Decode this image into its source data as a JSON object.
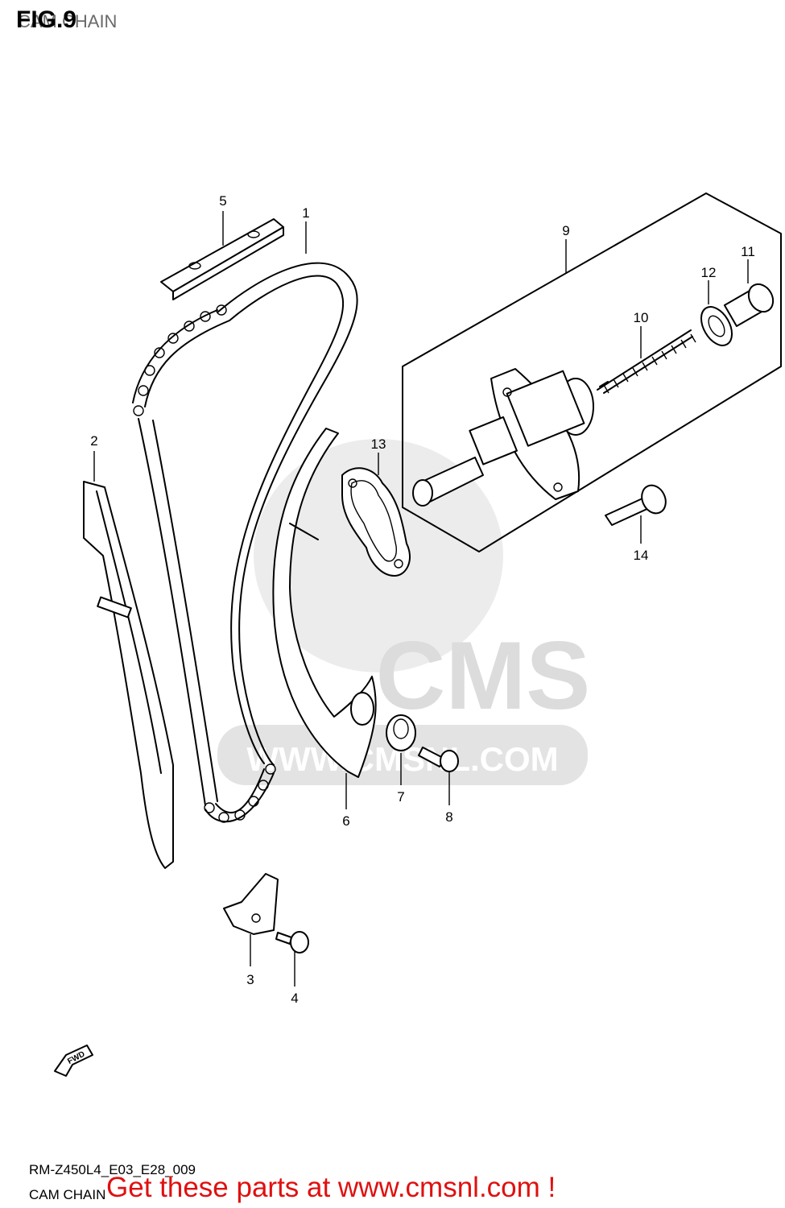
{
  "header": {
    "figure_label": "FIG.9",
    "subtitle": "CAM CHAIN"
  },
  "parts": [
    {
      "number": "1"
    },
    {
      "number": "2"
    },
    {
      "number": "3"
    },
    {
      "number": "4"
    },
    {
      "number": "5"
    },
    {
      "number": "6"
    },
    {
      "number": "7"
    },
    {
      "number": "8"
    },
    {
      "number": "9"
    },
    {
      "number": "10"
    },
    {
      "number": "11"
    },
    {
      "number": "12"
    },
    {
      "number": "13"
    },
    {
      "number": "14"
    }
  ],
  "direction_badge": "FWD",
  "watermark": {
    "logo_text": "CMS",
    "url_text": "WWW.CMSNL.COM"
  },
  "footer": {
    "diagram_code": "RM-Z450L4_E03_E28_009",
    "section_name": "CAM CHAIN",
    "promo_text": "Get these parts at www.cmsnl.com !"
  },
  "colors": {
    "promo": "#e01010",
    "line": "#000000",
    "watermark": "#dcdcdc"
  }
}
